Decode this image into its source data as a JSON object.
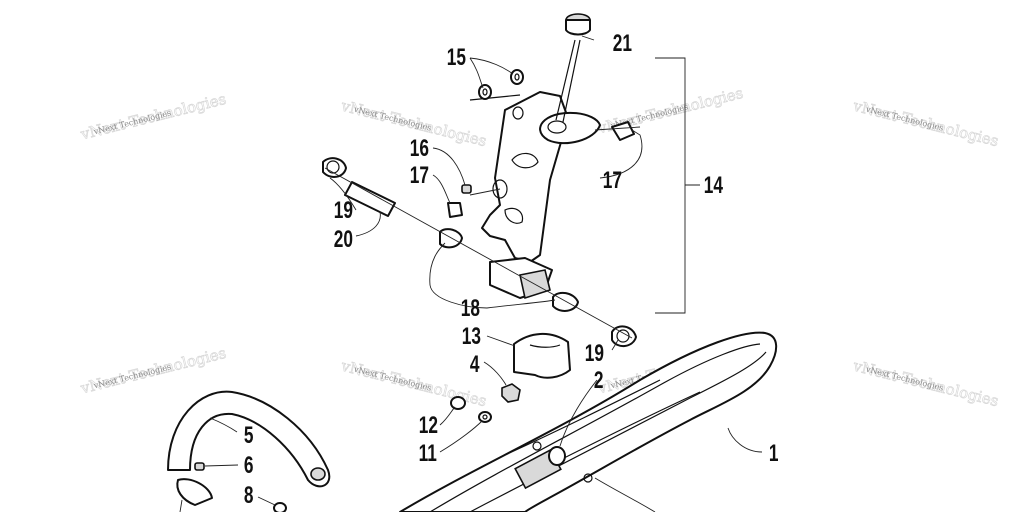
{
  "watermark": {
    "text": "vNext Technologies"
  },
  "callouts": {
    "c21": "21",
    "c15": "15",
    "c16": "16",
    "c17a": "17",
    "c17b": "17",
    "c19a": "19",
    "c20": "20",
    "c14": "14",
    "c18": "18",
    "c13": "13",
    "c19b": "19",
    "c4": "4",
    "c2": "2",
    "c12": "12",
    "c11": "11",
    "c5": "5",
    "c6": "6",
    "c1": "1",
    "c8": "8"
  }
}
